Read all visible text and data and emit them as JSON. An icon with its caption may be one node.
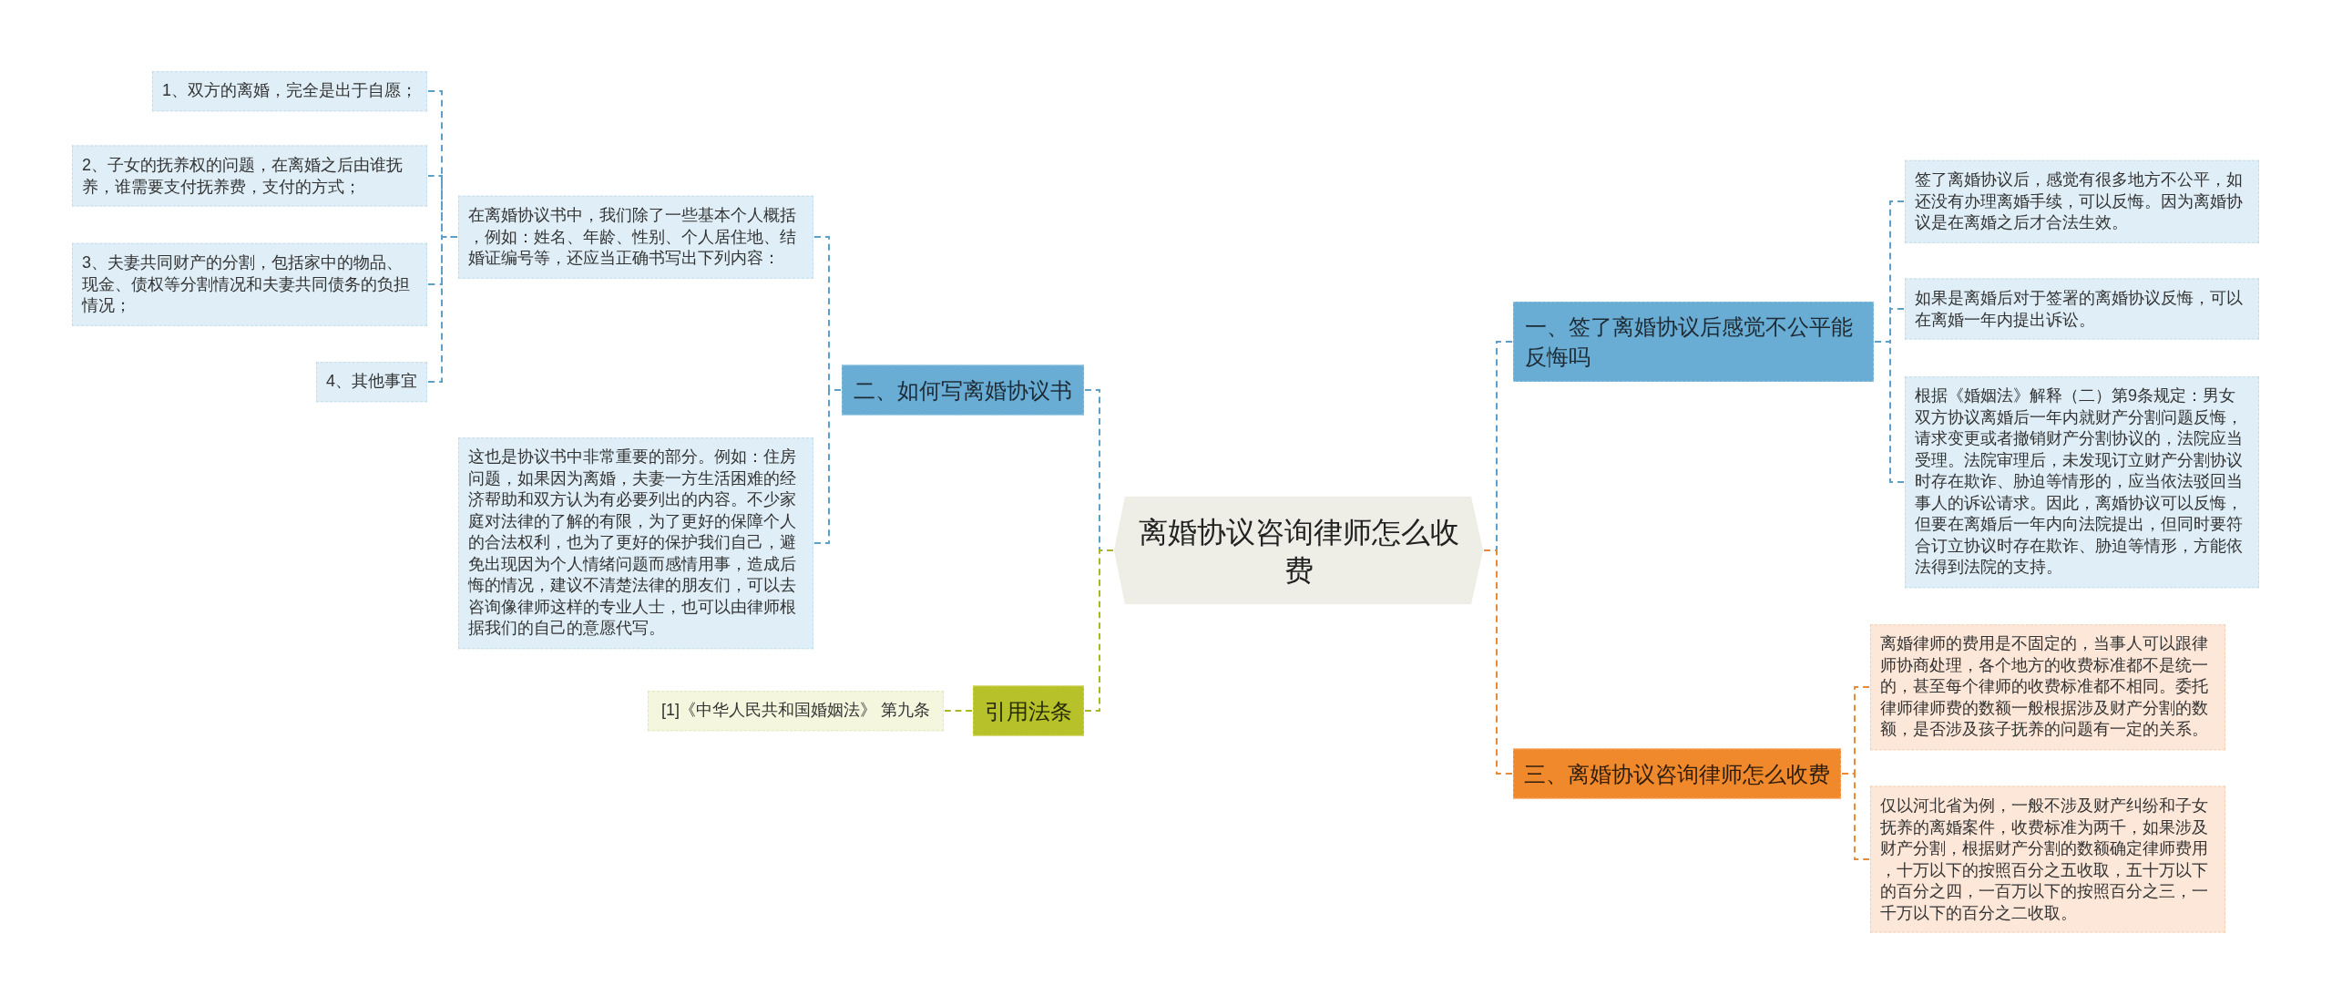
{
  "diagram": {
    "nodes": [
      {
        "text": [
          "离婚协议咨询律师怎么收费"
        ]
      },
      {
        "text": [
          "一、签了离婚协议后感觉不公平能反悔吗"
        ]
      },
      {
        "text": [
          "签了离婚协议后，感觉有很多地方不公平，如还没有办理离婚手续，可以反悔。因为离婚协议是在离婚之后才合法生效。"
        ]
      },
      {
        "text": [
          "如果是离婚后对于签署的离婚协议反悔，可以在离婚一年内提出诉讼。"
        ]
      },
      {
        "text": [
          "根据《婚姻法》解释（二）第9条规定：男女双方协议离婚后一年内就财产分割问题反悔，请求变更或者撤销财产分割协议的，法院应当受理。法院审理后，未发现订立财产分割协议时存在欺诈、胁迫等情形的，应当依法驳回当事人的诉讼请求。因此，离婚协议可以反悔，但要在离婚后一年内向法院提出，但同时要符合订立协议时存在欺诈、胁迫等情形，方能依法得到法院的支持。"
        ]
      },
      {
        "text": [
          "二、如何写离婚协议书"
        ]
      },
      {
        "text": [
          "在离婚协议书中，我们除了一些基本个人概括，例如：姓名、年龄、性别、个人居住地、结婚证编号等，还应当正确书写出下列内容："
        ]
      },
      {
        "text": [
          "1、双方的离婚，完全是出于自愿；"
        ]
      },
      {
        "text": [
          "2、子女的抚养权的问题，在离婚之后由谁抚养，谁需要支付抚养费，支付的方式；"
        ]
      },
      {
        "text": [
          "3、夫妻共同财产的分割，包括家中的物品、现金、债权等分割情况和夫妻共同债务的负担情况；"
        ]
      },
      {
        "text": [
          "4、其他事宜"
        ]
      },
      {
        "text": [
          "这也是协议书中非常重要的部分。例如：住房问题，如果因为离婚，夫妻一方生活困难的经济帮助和双方认为有必要列出的内容。不少家庭对法律的了解的有限，为了更好的保障个人的合法权利，也为了更好的保护我们自己，避免出现因为个人情绪问题而感情用事，造成后悔的情况，建议不清楚法律的朋友们，可以去咨询像律师这样的专业人士，也可以由律师根据我们的自己的意愿代写。"
        ]
      },
      {
        "text": [
          "三、离婚协议咨询律师怎么收费"
        ]
      },
      {
        "text": [
          "离婚律师的费用是不固定的，当事人可以跟律师协商处理，各个地方的收费标准都不是统一的，甚至每个律师的收费标准都不相同。委托律师律师费的数额一般根据涉及财产分割的数额，是否涉及孩子抚养的问题有一定的关系。"
        ]
      },
      {
        "text": [
          "仅以河北省为例，一般不涉及财产纠纷和子女抚养的离婚案件，收费标准为两千，如果涉及财产分割，根据财产分割的数额确定律师费用，十万以下的按照百分之五收取，五十万以下的百分之四，一百万以下的按照百分之三，一千万以下的百分之二收取。"
        ]
      },
      {
        "text": [
          "引用法条"
        ]
      },
      {
        "text": [
          "[1]《中华人民共和国婚姻法》 第九条"
        ]
      }
    ],
    "edges": [
      {
        "from": 0,
        "to": 1,
        "arrow": "none"
      },
      {
        "from": 1,
        "to": 2,
        "arrow": "none"
      },
      {
        "from": 1,
        "to": 3,
        "arrow": "none"
      },
      {
        "from": 1,
        "to": 4,
        "arrow": "none"
      },
      {
        "from": 0,
        "to": 5,
        "arrow": "none"
      },
      {
        "from": 5,
        "to": 6,
        "arrow": "none"
      },
      {
        "from": 6,
        "to": 7,
        "arrow": "none"
      },
      {
        "from": 6,
        "to": 8,
        "arrow": "none"
      },
      {
        "from": 6,
        "to": 9,
        "arrow": "none"
      },
      {
        "from": 6,
        "to": 10,
        "arrow": "none"
      },
      {
        "from": 5,
        "to": 11,
        "arrow": "none"
      },
      {
        "from": 0,
        "to": 12,
        "arrow": "none",
        "color": "#e98a36"
      },
      {
        "from": 12,
        "to": 13,
        "arrow": "none",
        "color": "#e98a36"
      },
      {
        "from": 12,
        "to": 14,
        "arrow": "none",
        "color": "#e98a36"
      },
      {
        "from": 0,
        "to": 15,
        "arrow": "none",
        "color": "#aab81f"
      },
      {
        "from": 15,
        "to": 16,
        "arrow": "none",
        "color": "#aab81f"
      }
    ]
  }
}
